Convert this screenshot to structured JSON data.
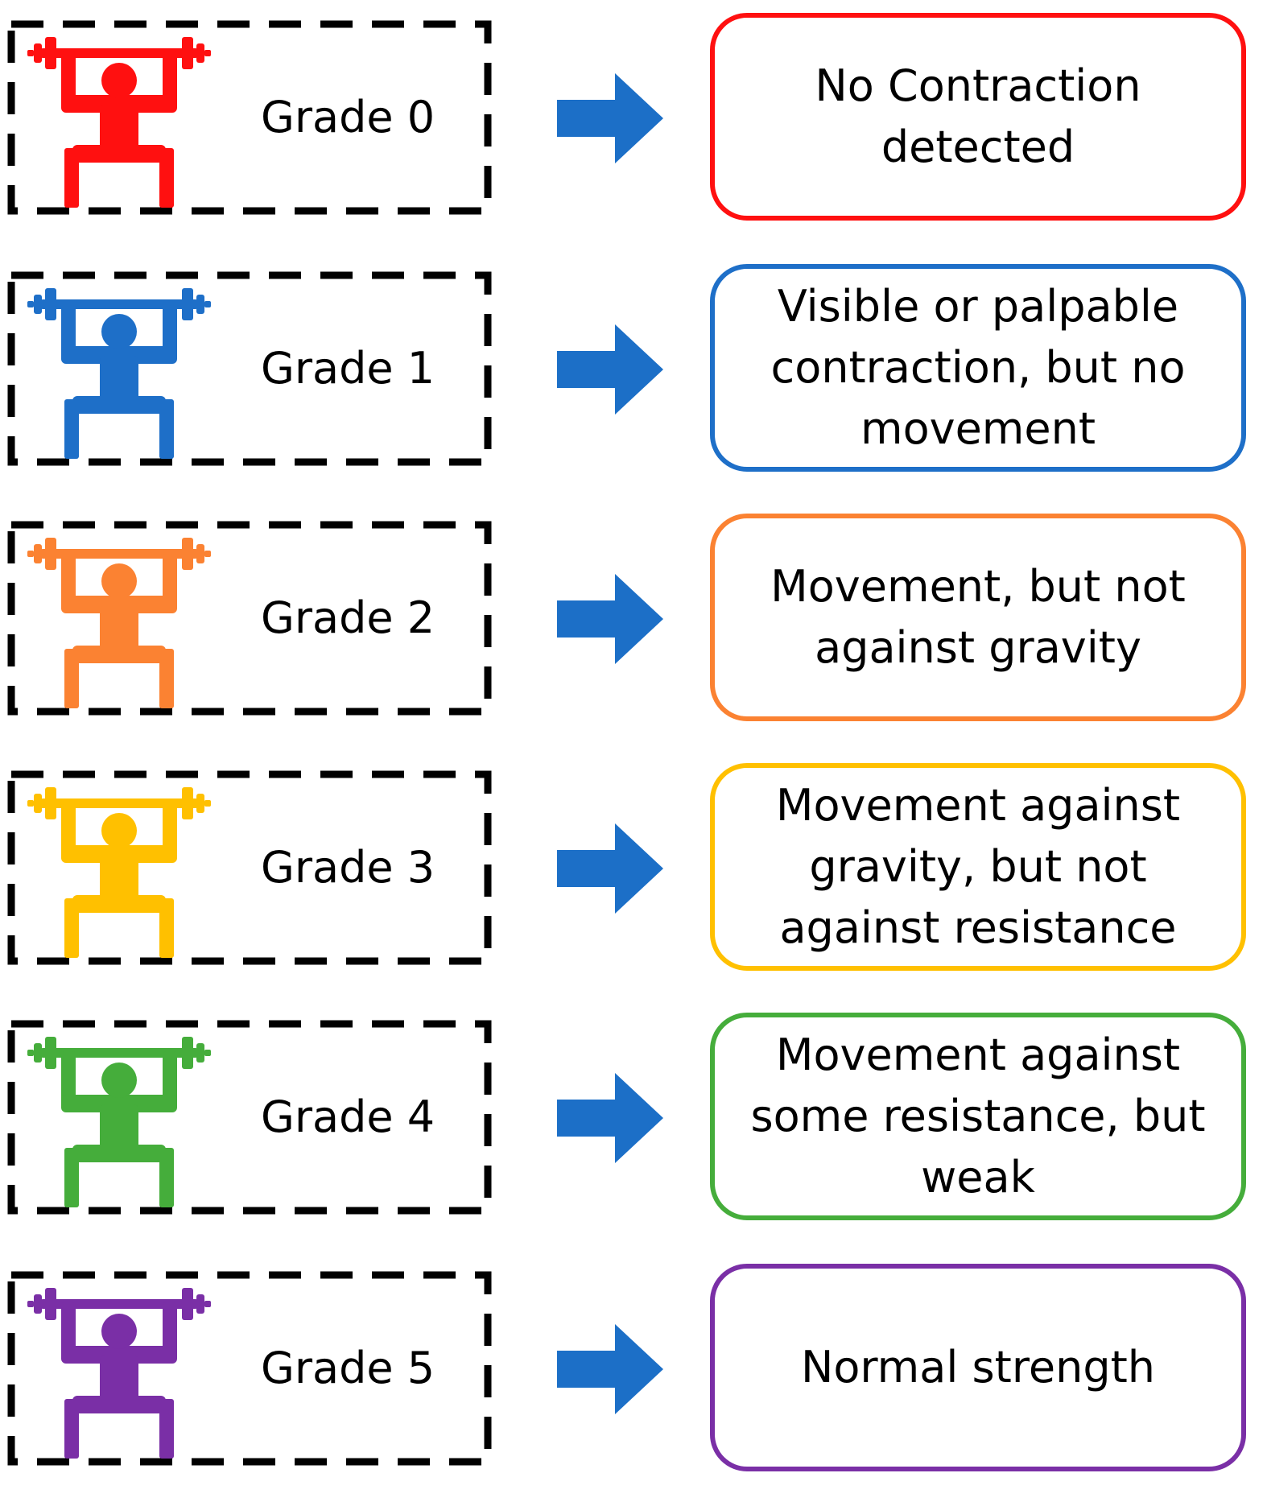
{
  "colors": {
    "arrow": "#1c6fc7",
    "border_dash": "#000000"
  },
  "rows": [
    {
      "grade_label": "Grade 0",
      "description": "No Contraction detected",
      "color": "#ff1010",
      "icon": "weightlifter-icon"
    },
    {
      "grade_label": "Grade 1",
      "description": "Visible or palpable contraction, but no movement",
      "color": "#1e6fc8",
      "icon": "weightlifter-icon"
    },
    {
      "grade_label": "Grade 2",
      "description": "Movement, but not against gravity",
      "color": "#fb8232",
      "icon": "weightlifter-icon"
    },
    {
      "grade_label": "Grade 3",
      "description": "Movement against gravity, but not against resistance",
      "color": "#ffc000",
      "icon": "weightlifter-icon"
    },
    {
      "grade_label": "Grade 4",
      "description": "Movement against some resistance, but weak",
      "color": "#45ad3b",
      "icon": "weightlifter-icon"
    },
    {
      "grade_label": "Grade 5",
      "description": "Normal strength",
      "color": "#7a2fa6",
      "icon": "weightlifter-icon"
    }
  ]
}
